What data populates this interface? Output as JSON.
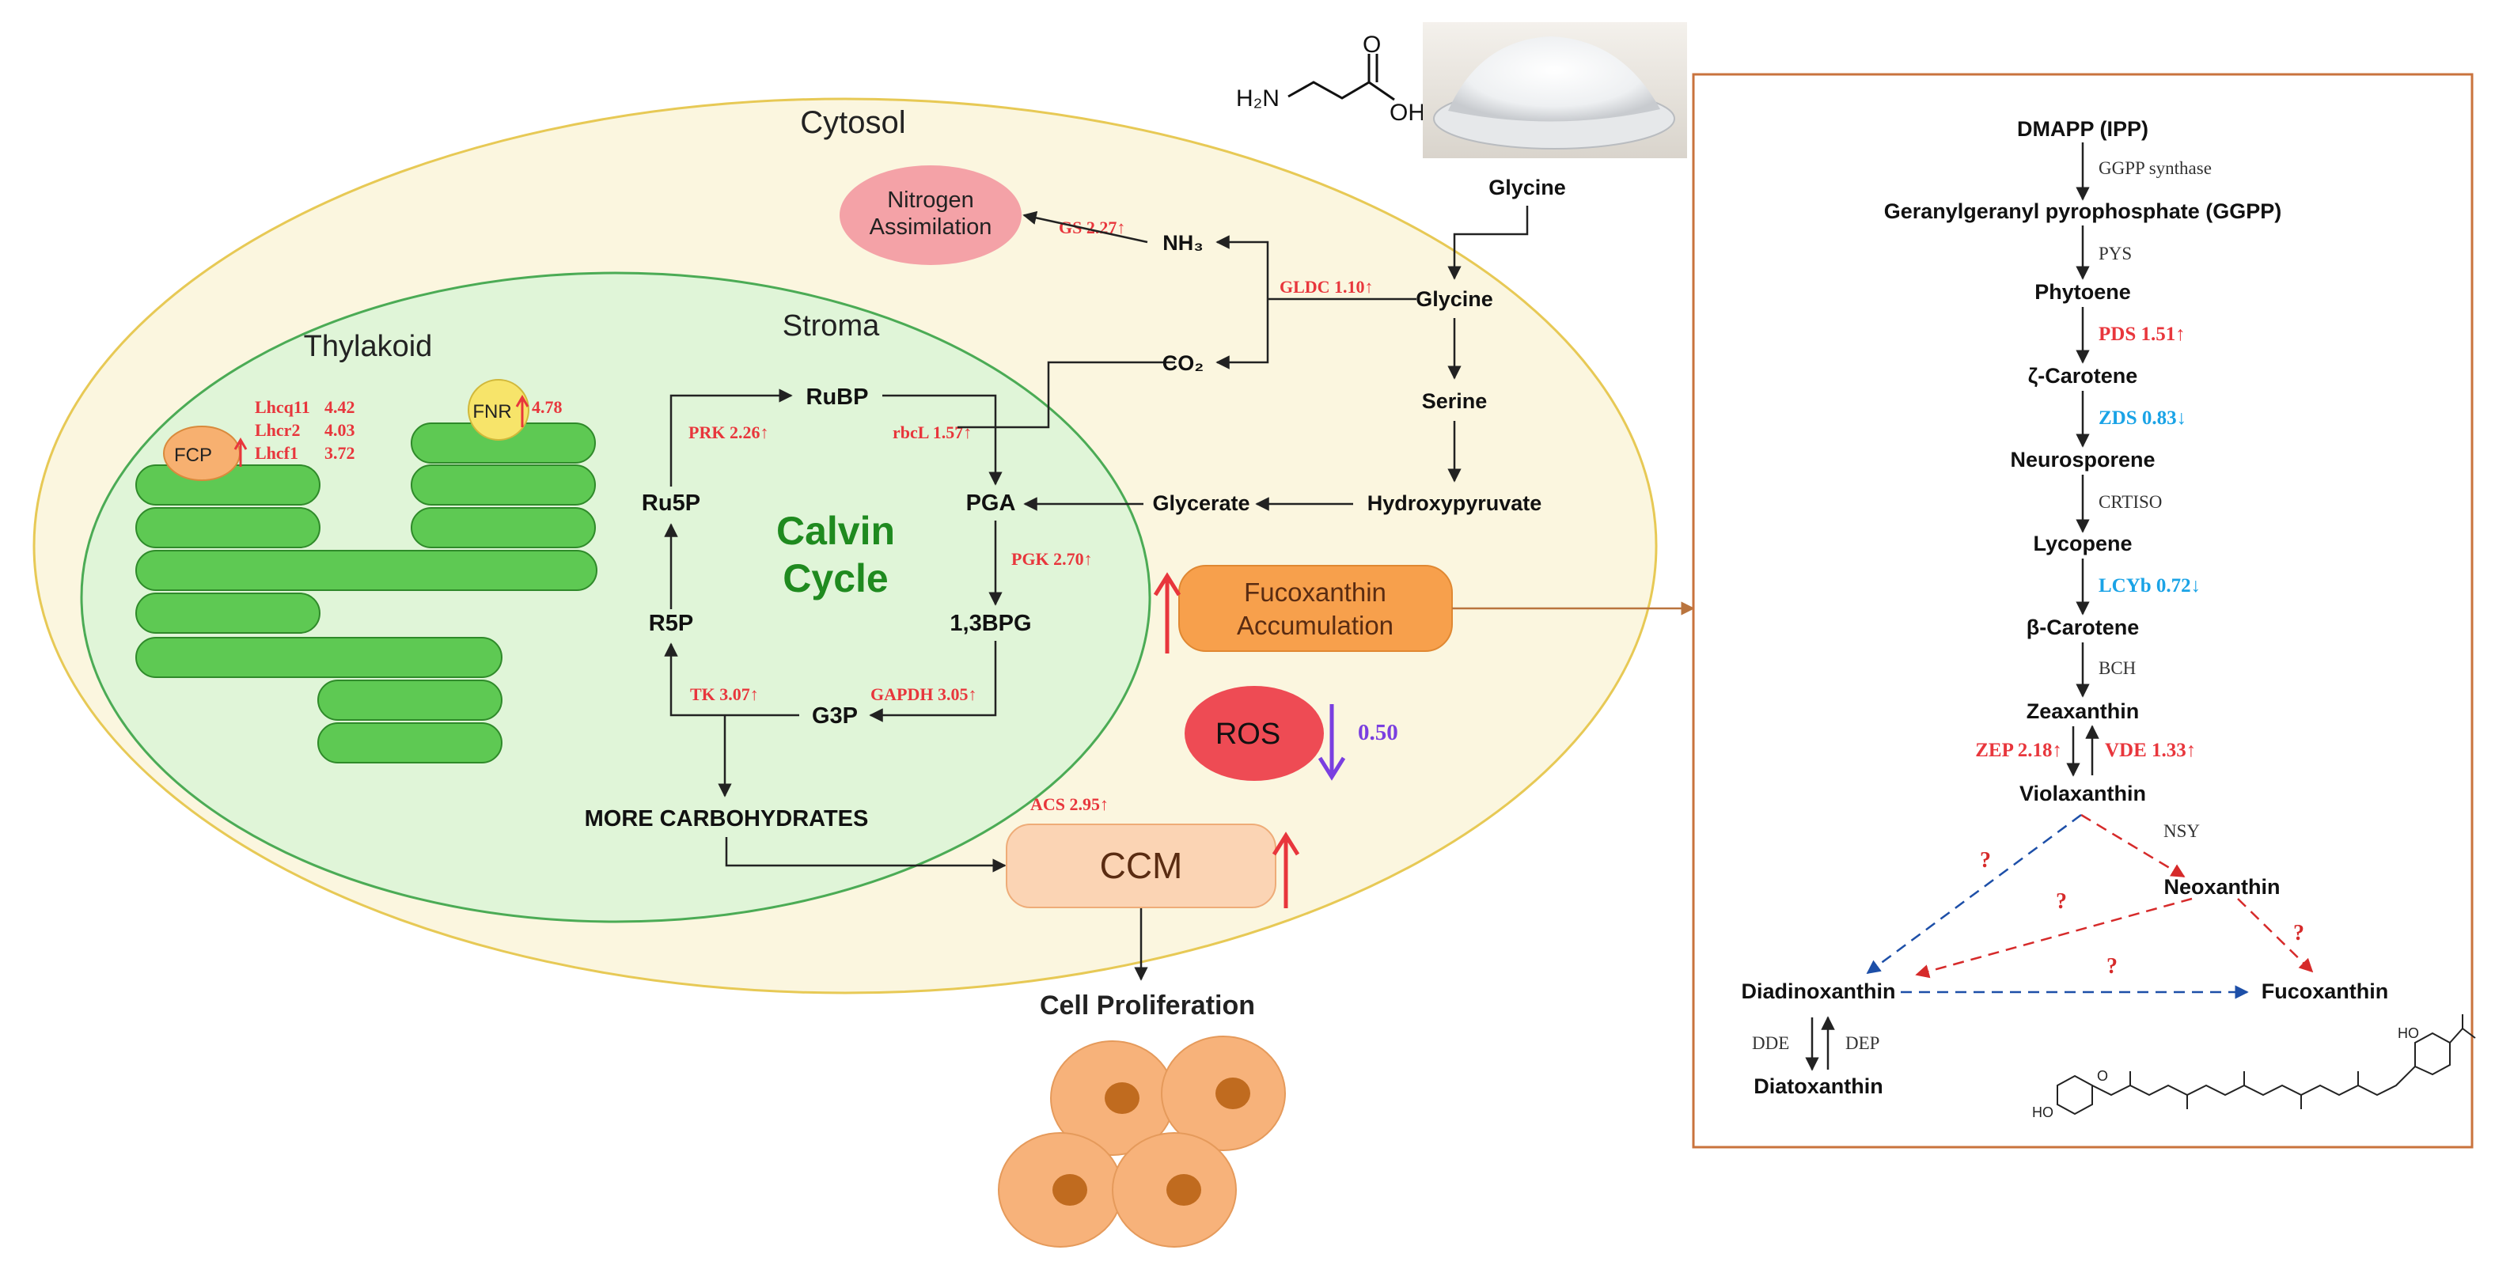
{
  "colors": {
    "cytosol_fill": "#fbf6df",
    "cytosol_stroke": "#e7c955",
    "stroma_fill": "#e0f5d8",
    "stroma_stroke": "#4bab55",
    "thylakoid_fill": "#5ec953",
    "thylakoid_stroke": "#2f8a2a",
    "up_red": "#e8363c",
    "down_blue": "#1aa3e6",
    "down_purple": "#7a3fe0",
    "calvin_green": "#1f8a1f",
    "fucoxanthin_box": "#f7a04c",
    "ccm_box": "#fbd4b4",
    "ros_fill": "#ee4b54",
    "nitrogen_fill": "#f4a2a7",
    "panel_border": "#c9733d",
    "cell_fill": "#f7b27a",
    "nucleus_fill": "#c06b1f"
  },
  "regions": {
    "cytosol": "Cytosol",
    "thylakoid": "Thylakoid",
    "stroma": "Stroma",
    "calvin_line1": "Calvin",
    "calvin_line2": "Cycle"
  },
  "chem_structure": {
    "h2n": "H₂N",
    "o": "O",
    "oh": "OH"
  },
  "thylakoid_proteins": {
    "fcp": "FCP",
    "fnr": "FNR",
    "fnr_value": "4.78",
    "lhcq11": "Lhcq11",
    "lhcq11_value": "4.42",
    "lhcr2": "Lhcr2",
    "lhcr2_value": "4.03",
    "lhcf1": "Lhcf1",
    "lhcf1_value": "3.72"
  },
  "calvin": {
    "rubp": "RuBP",
    "pga": "PGA",
    "bpg": "1,3BPG",
    "g3p": "G3P",
    "r5p": "R5P",
    "ru5p": "Ru5P",
    "more_carbs": "MORE CARBOHYDRATES",
    "prk": "PRK 2.26↑",
    "rbcl": "rbcL 1.57↑",
    "pgk": "PGK 2.70↑",
    "gapdh": "GAPDH 3.05↑",
    "tk": "TK 3.07↑"
  },
  "glycine_path": {
    "glycine_top": "Glycine",
    "glycine": "Glycine",
    "serine": "Serine",
    "hydroxypyruvate": "Hydroxypyruvate",
    "glycerate": "Glycerate",
    "nh3": "NH₃",
    "co2": "CO₂",
    "gldc": "GLDC 1.10↑",
    "gs": "GS 2.27↑",
    "nitrogen_line1": "Nitrogen",
    "nitrogen_line2": "Assimilation"
  },
  "outcomes": {
    "fuco_line1": "Fucoxanthin",
    "fuco_line2": "Accumulation",
    "ros": "ROS",
    "ros_value": "0.50",
    "ccm": "CCM",
    "acs": "ACS 2.95↑",
    "cell_proliferation": "Cell Proliferation"
  },
  "pathway": {
    "dmapp": "DMAPP (IPP)",
    "ggpp_synthase": "GGPP synthase",
    "ggpp": "Geranylgeranyl pyrophosphate (GGPP)",
    "pys": "PYS",
    "phytoene": "Phytoene",
    "pds": "PDS 1.51↑",
    "zeta_carotene": "ζ-Carotene",
    "zds": "ZDS 0.83↓",
    "neurosporene": "Neurosporene",
    "crtiso": "CRTISO",
    "lycopene": "Lycopene",
    "lcyb": "LCYb 0.72↓",
    "beta_carotene": "β-Carotene",
    "bch": "BCH",
    "zeaxanthin": "Zeaxanthin",
    "zep": "ZEP 2.18↑",
    "vde": "VDE 1.33↑",
    "violaxanthin": "Violaxanthin",
    "nsy": "NSY",
    "neoxanthin": "Neoxanthin",
    "diadinoxanthin": "Diadinoxanthin",
    "fucoxanthin": "Fucoxanthin",
    "dde": "DDE",
    "dep": "DEP",
    "diatoxanthin": "Diatoxanthin",
    "unknown": "?",
    "structure_ho": "HO",
    "structure_o": "O"
  }
}
